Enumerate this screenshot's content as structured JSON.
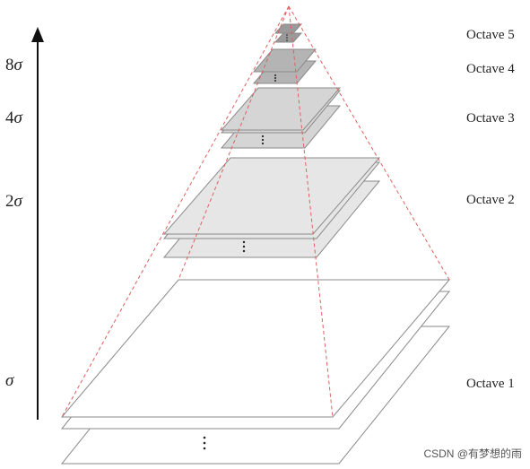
{
  "octave_labels": [
    "Octave 5",
    "Octave 4",
    "Octave 3",
    "Octave 2",
    "Octave 1"
  ],
  "scale_labels": [
    {
      "coef": "8",
      "sym": "σ"
    },
    {
      "coef": "4",
      "sym": "σ"
    },
    {
      "coef": "2",
      "sym": "σ"
    },
    {
      "coef": "",
      "sym": "σ"
    }
  ],
  "watermark": "CSDN @有梦想的雨",
  "colors": {
    "guide": "#e06060",
    "axis": "#111111",
    "layer_stroke": "#8a8a8a",
    "octave1_fill": "#ffffff",
    "octave2_fill": "#e6e6e6",
    "octave3_fill": "#d5d5d5",
    "octave4_fill": "#b4b4b4",
    "octave5_fill": "#9a9a9a"
  }
}
